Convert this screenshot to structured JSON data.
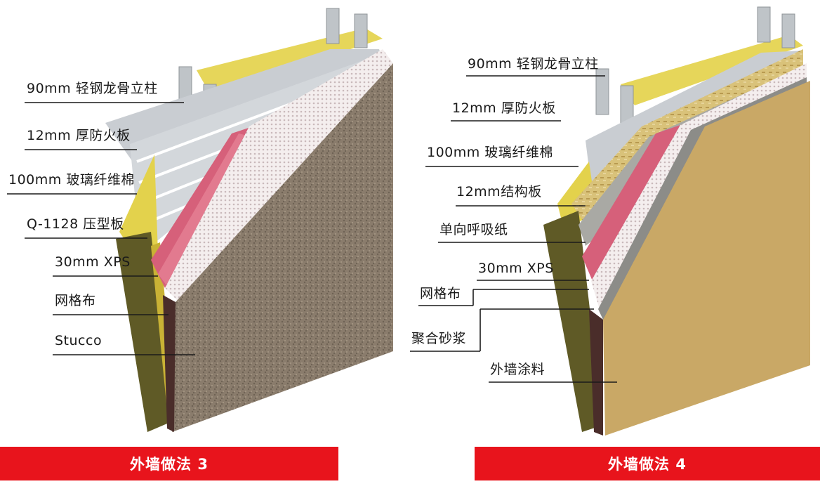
{
  "left": {
    "labels": [
      "90mm 轻钢龙骨立柱",
      "12mm 厚防火板",
      "100mm 玻璃纤维棉",
      "Q-1128 压型板",
      "30mm XPS",
      "网格布",
      "Stucco"
    ],
    "caption": "外墙做法 3"
  },
  "right": {
    "labels": [
      "90mm 轻钢龙骨立柱",
      "12mm 厚防火板",
      "100mm 玻璃纤维棉",
      "12mm结构板",
      "单向呼吸纸",
      "30mm XPS",
      "网格布",
      "聚合砂浆",
      "外墙涂料"
    ],
    "caption": "外墙做法 4"
  },
  "colors": {
    "caption_bar": "#e8141c",
    "stucco": "#8a7a6a",
    "paint": "#c9a866",
    "insulation": "#e8d860",
    "xps": "#d05a6e",
    "mesh": "#f2eeee",
    "steel": "#c8ccd0"
  }
}
